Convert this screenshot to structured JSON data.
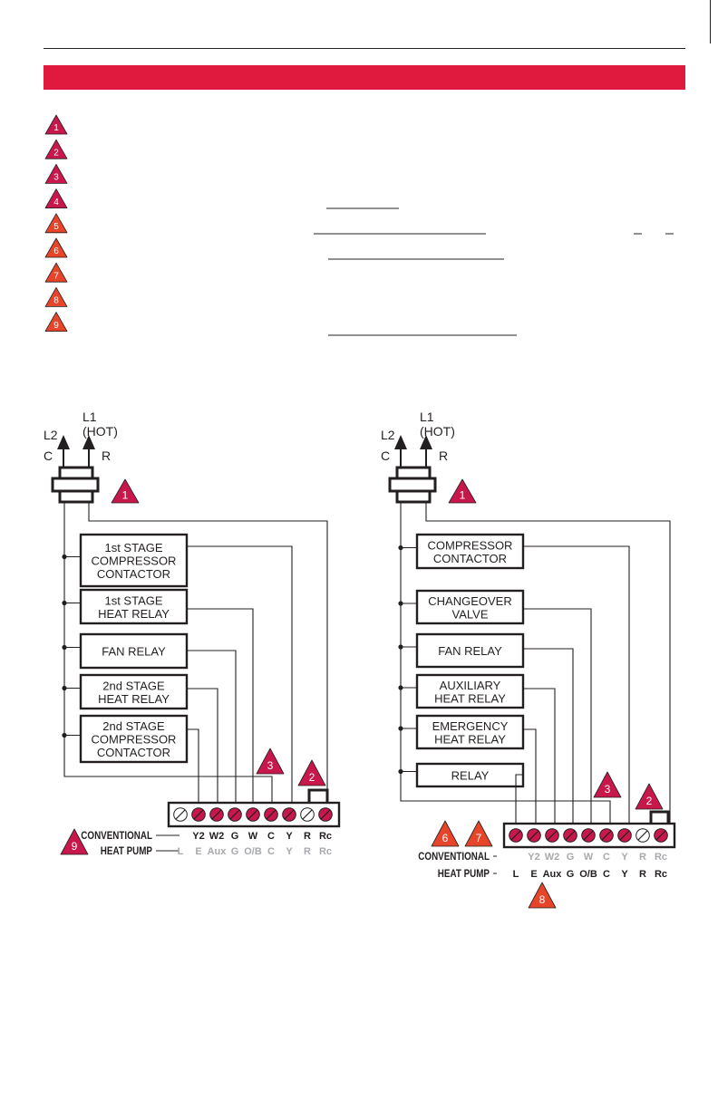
{
  "theme": {
    "accent": "#e0193f",
    "dark": "#231f20",
    "gray": "#a7a9ac",
    "screw_dark": "#8a1530"
  },
  "legend_notes": [
    {
      "num": "1"
    },
    {
      "num": "2"
    },
    {
      "num": "3"
    },
    {
      "num": "4"
    },
    {
      "num": "5"
    },
    {
      "num": "6"
    },
    {
      "num": "7"
    },
    {
      "num": "8"
    },
    {
      "num": "9"
    }
  ],
  "left_diagram": {
    "supply": {
      "l1": "L1",
      "hot": "(HOT)",
      "l2": "L2",
      "c": "C",
      "r": "R"
    },
    "callout_transformer": "1",
    "components": [
      {
        "lines": [
          "1st STAGE",
          "COMPRESSOR",
          "CONTACTOR"
        ]
      },
      {
        "lines": [
          "1st STAGE",
          "HEAT RELAY"
        ]
      },
      {
        "lines": [
          "FAN RELAY"
        ]
      },
      {
        "lines": [
          "2nd STAGE",
          "HEAT RELAY"
        ]
      },
      {
        "lines": [
          "2nd STAGE",
          "COMPRESSOR",
          "CONTACTOR"
        ]
      }
    ],
    "callout_common": "3",
    "callout_jumper": "2",
    "callout_labels": "9",
    "row_conventional": {
      "label": "CONVENTIONAL",
      "terminals": [
        "Y2",
        "W2",
        "G",
        "W",
        "C",
        "Y",
        "R",
        "Rc"
      ]
    },
    "row_heatpump": {
      "label": "HEAT PUMP",
      "terminals": [
        "L",
        "E",
        "Aux",
        "G",
        "O/B",
        "C",
        "Y",
        "R",
        "Rc"
      ]
    }
  },
  "right_diagram": {
    "supply": {
      "l1": "L1",
      "hot": "(HOT)",
      "l2": "L2",
      "c": "C",
      "r": "R"
    },
    "callout_transformer": "1",
    "components": [
      {
        "lines": [
          "COMPRESSOR",
          "CONTACTOR"
        ]
      },
      {
        "lines": [
          "CHANGEOVER",
          "VALVE"
        ]
      },
      {
        "lines": [
          "FAN RELAY"
        ]
      },
      {
        "lines": [
          "AUXILIARY",
          "HEAT RELAY"
        ]
      },
      {
        "lines": [
          "EMERGENCY",
          "HEAT RELAY"
        ]
      },
      {
        "lines": [
          "RELAY"
        ]
      }
    ],
    "callout_common": "3",
    "callout_jumper": "2",
    "callout_a": "6",
    "callout_b": "7",
    "callout_c": "8",
    "row_conventional": {
      "label": "CONVENTIONAL",
      "terminals": [
        "Y2",
        "W2",
        "G",
        "W",
        "C",
        "Y",
        "R",
        "Rc"
      ]
    },
    "row_heatpump": {
      "label": "HEAT PUMP",
      "terminals": [
        "L",
        "E",
        "Aux",
        "G",
        "O/B",
        "C",
        "Y",
        "R",
        "Rc"
      ]
    }
  }
}
